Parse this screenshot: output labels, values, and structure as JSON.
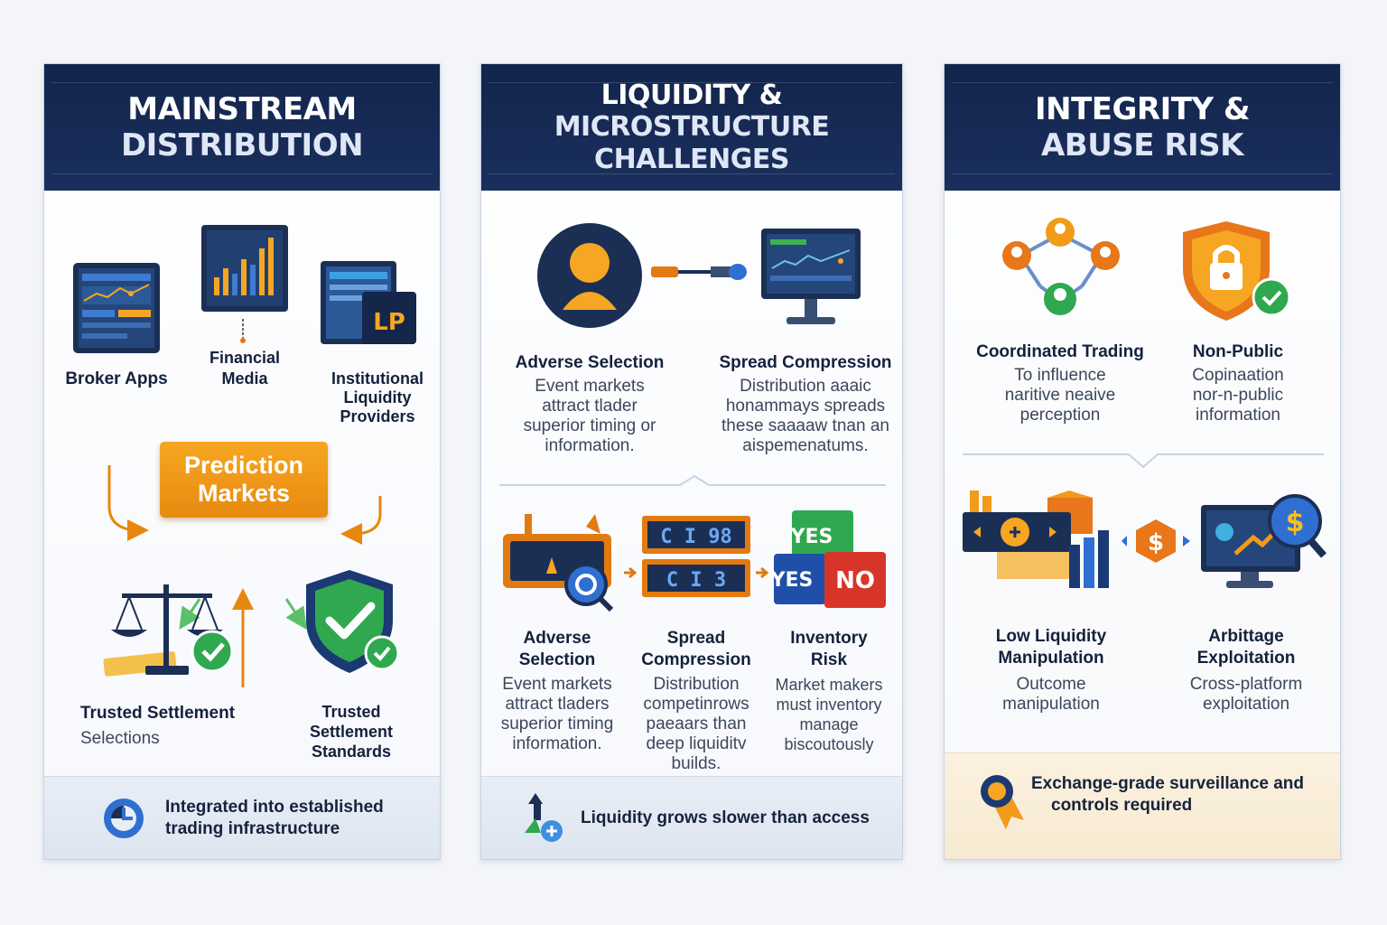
{
  "panels": [
    {
      "title_line1": "MAINSTREAM",
      "title_line2": "DISTRIBUTION",
      "sources": {
        "broker_apps": "Broker Apps",
        "financial_media_1": "Financial",
        "financial_media_2": "Media",
        "institutional_1": "Institutional",
        "institutional_2": "Liquidity",
        "institutional_3": "Providers",
        "lp_badge": "LP"
      },
      "center_1": "Prediction",
      "center_2": "Markets",
      "outcomes": {
        "left_label": "Trusted Settlement",
        "left_desc": "Selections",
        "right_label_1": "Trusted",
        "right_label_2": "Settlement",
        "right_label_3": "Standards"
      },
      "footer_1": "Integrated into established",
      "footer_2": "trading infrastructure"
    },
    {
      "title_line1": "LIQUIDITY &",
      "title_line2": "MICROSTRUCTURE CHALLENGES",
      "top": {
        "left_label": "Adverse Selection",
        "left_desc_1": "Event markets",
        "left_desc_2": "attract tlader",
        "left_desc_3": "superior timing or",
        "left_desc_4": "information.",
        "right_label": "Spread Compression",
        "right_desc_1": "Distribution aaaic",
        "right_desc_2": "honammays spreads",
        "right_desc_3": "these saaaaw tnan an",
        "right_desc_4": "aispemenatums."
      },
      "bottom": {
        "col1_label_1": "Adverse",
        "col1_label_2": "Selection",
        "col1_desc_1": "Event markets",
        "col1_desc_2": "attract tladers",
        "col1_desc_3": "superior timing",
        "col1_desc_4": "information.",
        "col2_label_1": "Spread",
        "col2_label_2": "Compression",
        "col2_desc_1": "Distribution",
        "col2_desc_2": "competinrows",
        "col2_desc_3": "paeaars than",
        "col2_desc_4": "deep liquiditv",
        "col2_desc_5": "builds.",
        "col3_label_1": "Inventory",
        "col3_label_2": "Risk",
        "col3_desc_1": "Market makers",
        "col3_desc_2": "must inventory",
        "col3_desc_3": "manage",
        "col3_desc_4": "biscoutously",
        "yes": "YES",
        "no": "NO",
        "screen_a": "C I 98",
        "screen_b": "C I 3"
      },
      "footer": "Liquidity grows slower than access"
    },
    {
      "title_line1": "INTEGRITY &",
      "title_line2": "ABUSE RISK",
      "top": {
        "left_label": "Coordinated Trading",
        "left_desc_1": "To influence",
        "left_desc_2": "naritive neaive",
        "left_desc_3": "perception",
        "right_label": "Non-Public",
        "right_desc_1": "Copinaation",
        "right_desc_2": "nor-n-public",
        "right_desc_3": "information"
      },
      "bottom": {
        "left_label_1": "Low Liquidity",
        "left_label_2": "Manipulation",
        "left_desc_1": "Outcome",
        "left_desc_2": "manipulation",
        "right_label_1": "Arbittage",
        "right_label_2": "Exploitation",
        "right_desc_1": "Cross-platform",
        "right_desc_2": "exploitation"
      },
      "footer_1": "Exchange-grade surveillance and",
      "footer_2": "controls required"
    }
  ],
  "colors": {
    "navy": "#12254d",
    "orange": "#f29a1a",
    "green": "#2fa84f",
    "blue": "#2f6fd1"
  }
}
